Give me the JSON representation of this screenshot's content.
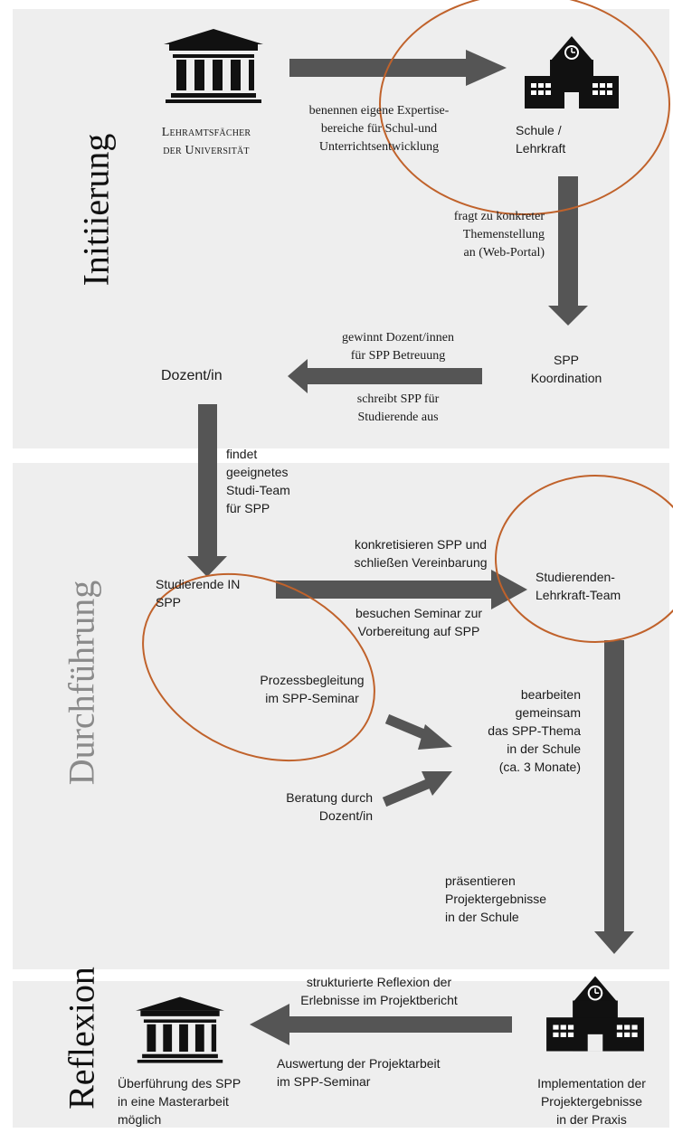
{
  "phases": {
    "initiierung": "Initiierung",
    "durchfuehrung": "Durchführung",
    "reflexion": "Reflexion"
  },
  "init": {
    "university_label": [
      "Lehramtsfächer",
      "der Universität"
    ],
    "arrow1_label": [
      "benennen eigene Expertise-",
      "bereiche für Schul-und",
      "Unterrichtsentwicklung"
    ],
    "school_label": [
      "Schule /",
      "Lehrkraft"
    ],
    "arrow2_label": [
      "fragt zu konkreter",
      "Themenstellung",
      "an (Web-Portal)"
    ],
    "spp_label": [
      "SPP",
      "Koordination"
    ],
    "arrow3_top": [
      "gewinnt Dozent/innen",
      "für SPP Betreuung"
    ],
    "arrow3_bottom": [
      "schreibt SPP für",
      "Studierende aus"
    ],
    "dozent_label": "Dozent/in"
  },
  "durch": {
    "team_find": [
      "findet",
      "geeignetes",
      "Studi-Team",
      "für SPP"
    ],
    "students_label": [
      "Studierende IN",
      "SPP"
    ],
    "arrow_top": [
      "konkretisieren SPP und",
      "schließen Vereinbarung"
    ],
    "arrow_bottom": [
      "besuchen Seminar zur",
      "Vorbereitung auf SPP"
    ],
    "team_label": [
      "Studierenden-",
      "Lehrkraft-Team"
    ],
    "prozess": [
      "Prozessbegleitung",
      "im SPP-Seminar"
    ],
    "beratung": [
      "Beratung durch",
      "Dozent/in"
    ],
    "bearbeiten": [
      "bearbeiten",
      "gemeinsam",
      "das SPP-Thema",
      "in der Schule",
      "(ca. 3 Monate)"
    ],
    "praesentieren": [
      "präsentieren",
      "Projektergebnisse",
      "in der Schule"
    ]
  },
  "reflex": {
    "arrow_top": [
      "strukturierte Reflexion der",
      "Erlebnisse im Projektbericht"
    ],
    "arrow_bottom": [
      "Auswertung der Projektarbeit",
      "im SPP-Seminar"
    ],
    "uni_label": [
      "Überführung des SPP",
      "in eine Masterarbeit",
      "möglich"
    ],
    "impl_label": [
      "Implementation der",
      "Projektergebnisse",
      "in der Praxis"
    ]
  },
  "icons": {
    "university": "university-building-icon",
    "school": "school-building-icon"
  },
  "colors": {
    "panel": "#eeeeee",
    "arrow": "#555555",
    "circle": "#c0622b",
    "text": "#1a1a1a",
    "phase_muted": "#8a8a8a"
  }
}
